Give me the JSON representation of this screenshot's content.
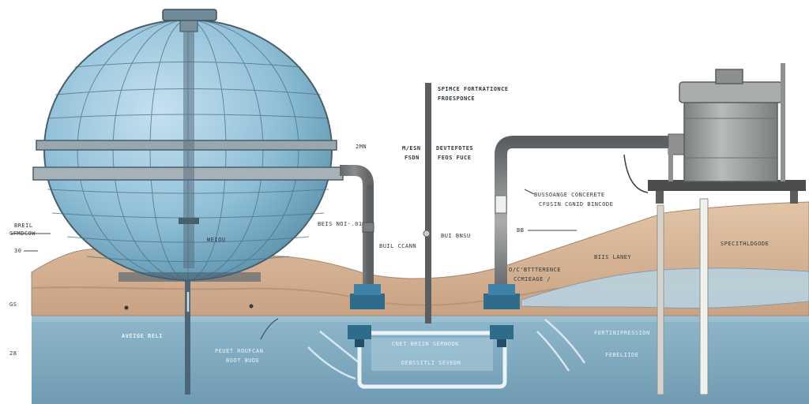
{
  "colors": {
    "sky": "#ffffff",
    "tank_glass": "#8fc0d8",
    "tank_outline": "#4a5f6e",
    "soil": "#d7b79a",
    "soil_dark": "#c09a7c",
    "groundwater": "#7ea9bf",
    "pipe": "#6d6f71",
    "septic_tank": "#9a9c9c"
  },
  "labels": {
    "top_center_1": "SPIMCE FORTRATIONCE",
    "top_center_2": "FROESPONCE",
    "pipe_mid_1": "M/ESN",
    "pipe_mid_2": "FSDN",
    "pipe_right_1": "DEVTEFOTES",
    "pipe_right_2": "FEOS FUCE",
    "small_2mn": "2MN",
    "right_label_1": "BUSSOANGE CONCERETE",
    "right_label_2": "CFUSIN CGNID BINCODE",
    "small_ib": "BB",
    "left_label_1": "BREIL",
    "left_label_2": "GFMDCOW",
    "left_number_1": "30",
    "left_number_2": "GS",
    "left_number_3": "28",
    "tank_label": "WEIOU",
    "mid_label_1": "BEIS NOI-.01",
    "mid_label_2": "BUIL CCANN",
    "mid_label_3": "BUI BNSU",
    "soil_right_label": "BIIS LANEY",
    "far_right_label": "SPECITHLDGODE",
    "mid_right_1": "O/C'BTTTERENCE",
    "mid_right_2": "CCMIEAGE /",
    "water_left": "AVEIGE BELI",
    "water_mid_1": "PEUET ROUFCAN",
    "water_mid_2": "BOOT BUDE",
    "water_center_1": "CNET BRIIN SERNOOK",
    "water_center_2": "DEBSSITLI SEVEDN",
    "water_right_1": "FERTINIPRESSION",
    "water_right_2": "FEBELIIDE"
  }
}
